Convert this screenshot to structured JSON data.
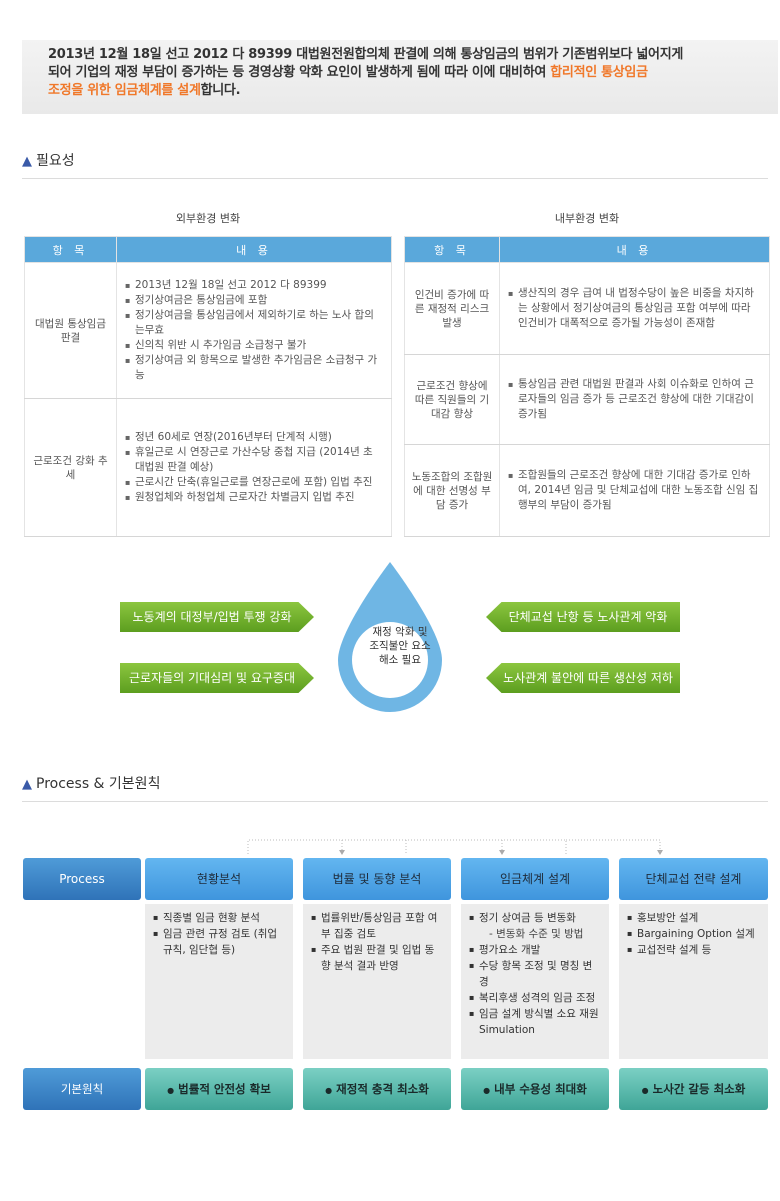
{
  "intro": {
    "line1": "2013년 12월 18일 선고 2012 다 89399 대법원전원합의체 판결에 의해 통상임금의 범위가 기존범위보다 넓어지게",
    "line2_pre": "되어  기업의 재정 부담이 증가하는 등 경영상황 악화 요인이 발생하게 됨에 따라 이에 대비하여 ",
    "line2_hl": "합리적인 통상임금",
    "line3_hl": "조정을 위한 임금체계를 설계",
    "line3_post": "합니다."
  },
  "necessity": {
    "title": "필요성",
    "external": {
      "caption": "외부환경 변화",
      "headers": [
        "항 목",
        "내 용"
      ],
      "rows": [
        {
          "item": "대법원 통상임금 판결",
          "points": [
            "2013년 12월 18일 선고 2012 다 89399",
            "정기상여금은 통상임금에 포함",
            "정기상여금을 통상임금에서 제외하기로 하는 노사 합의는무효",
            "신의칙 위반 시 추가임금 소급청구 불가",
            "정기상여금 외 항목으로 발생한 추가임금은 소급청구 가능"
          ]
        },
        {
          "item": "근로조건 강화 추세",
          "points": [
            "정년 60세로 연장(2016년부터 단계적 시행)",
            "휴일근로 시 연장근로 가산수당 중첩 지급 (2014년 초  대법원 판결 예상)",
            "근로시간 단축(휴일근로를 연장근로에 포함) 입법 추진",
            "원청업체와 하청업체 근로자간 차별금지 입법 추진"
          ]
        }
      ]
    },
    "internal": {
      "caption": "내부환경 변화",
      "headers": [
        "항 목",
        "내 용"
      ],
      "rows": [
        {
          "item": "인건비 증가에 따른 재정적 리스크 발생",
          "points": [
            "생산직의 경우 급여 내 법정수당이 높은 비중을 차지하는 상황에서 정기상여금의 통상임금 포함 여부에 따라 인건비가 대폭적으로 증가될 가능성이 존재함"
          ]
        },
        {
          "item": "근로조건 향상에 따른 직원들의 기대감 향상",
          "points": [
            "통상임금 관련 대법원 판결과 사회 이슈화로 인하여 근로자들의 임금 증가 등 근로조건 향상에 대한 기대감이 증가됨"
          ]
        },
        {
          "item": "노동조합의 조합원에 대한 선명성 부담 증가",
          "points": [
            "조합원들의 근로조건 향상에 대한 기대감 증가로 인하여, 2014년 임금 및 단체교섭에 대한 노동조합 신임 집행부의 부담이 증가됨"
          ]
        }
      ]
    },
    "diagram": {
      "center": [
        "재정 악화 및",
        "조직불안 요소",
        "해소 필요"
      ],
      "left_top": "노동계의 대정부/입법 투쟁 강화",
      "left_bottom": "근로자들의 기대심리 및 요구증대",
      "right_top": "단체교섭 난항 등 노사관계 악화",
      "right_bottom": "노사관계 불안에 따른 생산성 저하"
    }
  },
  "process": {
    "title": "Process  & 기본원칙",
    "row_label": "Process",
    "principle_label": "기본원칙",
    "steps": [
      {
        "name": "현황분석",
        "points": [
          {
            "t": "직종별 임금 현황 분석"
          },
          {
            "t": "임금 관련 규정 검토 (취업규칙,  임단협 등)"
          }
        ],
        "principle": "법률적 안전성 확보"
      },
      {
        "name": "법률 및 동향 분석",
        "points": [
          {
            "t": "법률위반/통상임금 포함 여부 집중 검토"
          },
          {
            "t": "주요 법원 판결 및 입법 동향 분석 결과 반영"
          }
        ],
        "principle": "재정적 충격 최소화"
      },
      {
        "name": "임금체계 설계",
        "points": [
          {
            "t": "정기 상여금 등 변동화",
            "sub": "- 변동화 수준 및 방법"
          },
          {
            "t": "평가요소 개발"
          },
          {
            "t": "수당 항목 조정 및 명칭 변경"
          },
          {
            "t": "복리후생 성격의 임금 조정"
          },
          {
            "t": "임금 설계 방식별 소요 재원 Simulation"
          }
        ],
        "principle": "내부 수용성 최대화"
      },
      {
        "name": "단체교섭 전략 설계",
        "points": [
          {
            "t": "홍보방안 설계"
          },
          {
            "t": "Bargaining Option 설계"
          },
          {
            "t": "교섭전략 설계 등"
          }
        ],
        "principle": "노사간 갈등 최소화"
      }
    ]
  },
  "colors": {
    "accent": "#f0782a",
    "header_blue": "#5aa8db",
    "green": "#8cc63f",
    "drop": "#6fb6e4",
    "teal": "#3fa597"
  }
}
